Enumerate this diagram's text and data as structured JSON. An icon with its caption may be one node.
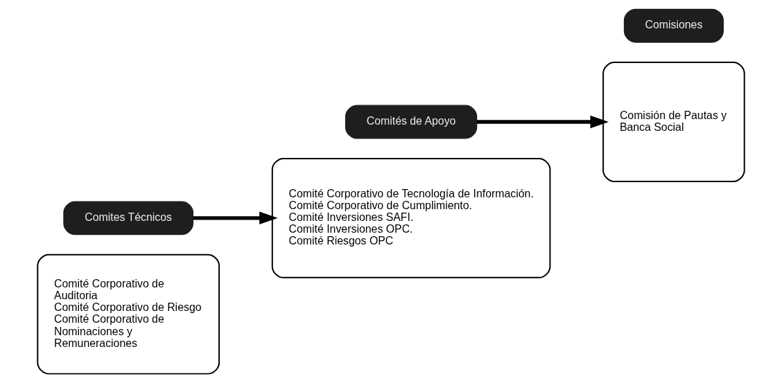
{
  "diagram": {
    "nodes": [
      {
        "text": [
          "Comité Corporativo de Auditoria",
          "Comité Corporativo de Riesgo",
          "Comité Corporativo de Nominaciones y Remuneraciones"
        ]
      },
      {
        "text": [
          "Comites Técnicos"
        ]
      },
      {
        "text": [
          "Comités de Apoyo"
        ]
      },
      {
        "text": [
          "Comité Corporativo de Tecnología de Información.",
          "Comité Corporativo de Cumplimiento.",
          "Comité Inversiones SAFI.",
          "Comité Inversiones OPC.",
          "Comité Riesgos OPC"
        ]
      },
      {
        "text": [
          "Comisión de Pautas y Banca Social"
        ]
      },
      {
        "text": [
          "Comisiones"
        ]
      }
    ],
    "edges": [
      {
        "from": 1,
        "to": 3,
        "arrow": "to"
      },
      {
        "from": 2,
        "to": 4,
        "arrow": "to"
      }
    ]
  }
}
